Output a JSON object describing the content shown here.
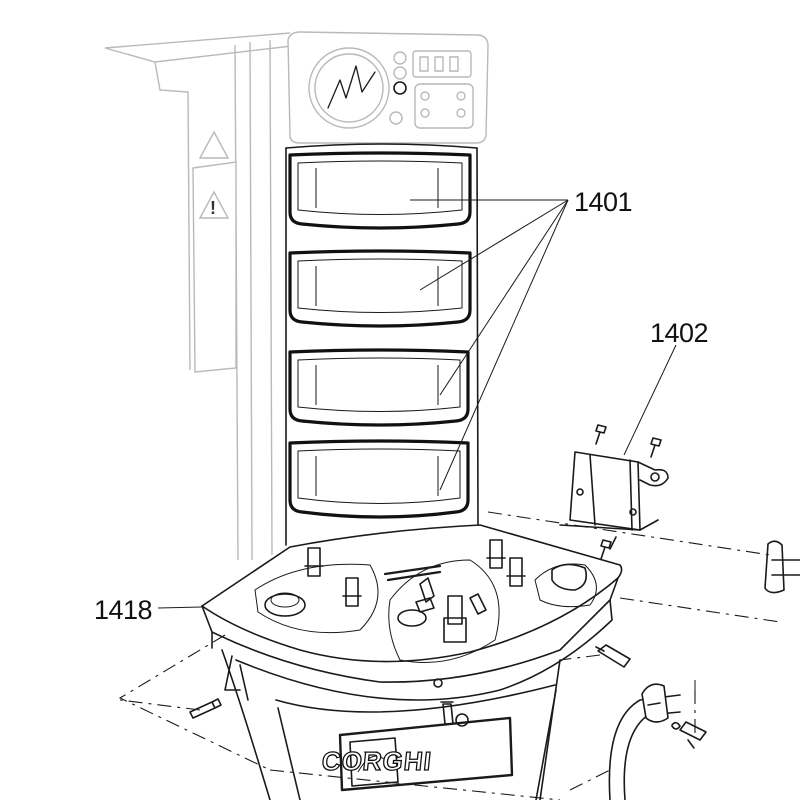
{
  "callouts": {
    "c1401": "1401",
    "c1402": "1402",
    "c1418": "1418"
  },
  "logo": {
    "brand": "CORGHI"
  },
  "warning": {
    "mark": "!"
  }
}
